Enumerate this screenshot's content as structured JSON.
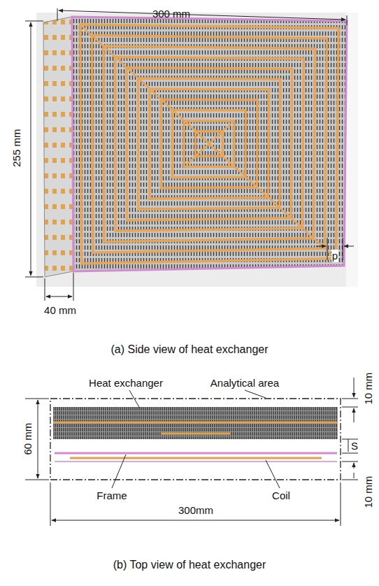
{
  "diagram": {
    "labels": [
      "300 mm",
      "255 mm",
      "40 mm",
      "p",
      "(a) Side view of heat exchanger",
      "Heat exchanger",
      "Analytical area",
      "10 mm",
      "60 mm",
      "S",
      "Frame",
      "300mm",
      "Coil",
      "10 mm",
      "(b) Top view of heat exchanger"
    ]
  }
}
